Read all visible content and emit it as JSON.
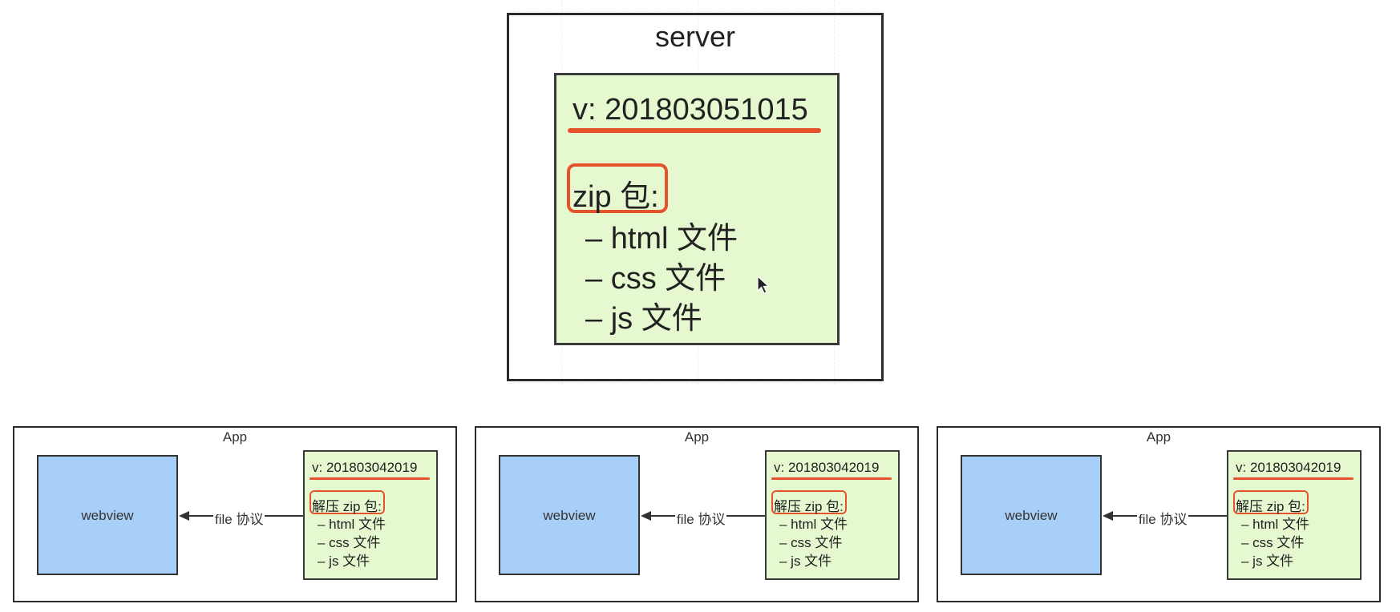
{
  "server": {
    "title": "server",
    "version": "v: 201803051015",
    "zip_label": "zip 包:",
    "files": [
      "– html 文件",
      "– css 文件",
      "– js 文件"
    ]
  },
  "apps": [
    {
      "title": "App",
      "webview_label": "webview",
      "protocol_label": "file 协议",
      "version": "v: 201803042019",
      "zip_label": "解压 zip 包:",
      "files": [
        "– html 文件",
        "– css 文件",
        "– js 文件"
      ]
    },
    {
      "title": "App",
      "webview_label": "webview",
      "protocol_label": "file 协议",
      "version": "v: 201803042019",
      "zip_label": "解压 zip 包:",
      "files": [
        "– html 文件",
        "– css 文件",
        "– js 文件"
      ]
    },
    {
      "title": "App",
      "webview_label": "webview",
      "protocol_label": "file 协议",
      "version": "v: 201803042019",
      "zip_label": "解压 zip 包:",
      "files": [
        "– html 文件",
        "– css 文件",
        "– js 文件"
      ]
    }
  ],
  "colors": {
    "highlight": "#e5532c",
    "card_fill": "#e6f8cf",
    "webview_fill": "#a7cff8",
    "border": "#2b2b2b"
  },
  "icons": {
    "cursor": "mouse-pointer-icon",
    "arrow": "arrow-left-icon"
  }
}
